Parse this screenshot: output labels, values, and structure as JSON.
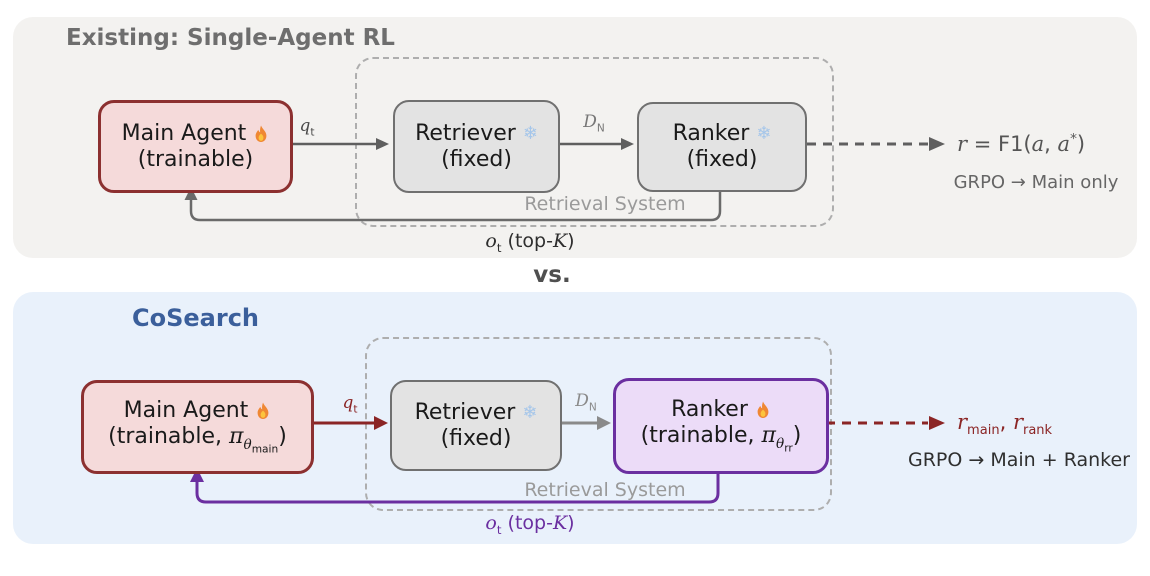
{
  "figure": {
    "vs_label": "vs.",
    "glyphs": {
      "snowflake": "❄"
    }
  },
  "colors": {
    "top_panel_bg": "#f3f2f0",
    "bottom_panel_bg": "#e9f1fb",
    "trainable_box_bg": "#f5dada",
    "trainable_box_border": "#8c3030",
    "fixed_box_bg": "#e3e3e3",
    "fixed_box_border": "#707070",
    "ranker_trainable_bg": "#ecdcf8",
    "ranker_trainable_border": "#6b2fa0",
    "red_accent": "#8b2525",
    "purple_accent": "#6b2fa0",
    "gray_accent": "#636363",
    "cosearch_blue": "#3b5f9b"
  },
  "top_panel": {
    "title": "Existing: Single-Agent RL",
    "main_agent": {
      "name": "Main Agent",
      "icon": "flame-icon",
      "subtitle": "(trainable)"
    },
    "retriever": {
      "name": "Retriever",
      "icon": "snowflake-icon",
      "subtitle": "(fixed)"
    },
    "ranker": {
      "name": "Ranker",
      "icon": "snowflake-icon",
      "subtitle": "(fixed)"
    },
    "retrieval_system_label": "Retrieval System",
    "query_label": {
      "base": "q",
      "sub": "t"
    },
    "docs_label": {
      "base": "D",
      "sub": "N"
    },
    "obs_label": {
      "base": "o",
      "sub": "t",
      "mid": " (top-",
      "k": "K",
      "end": ")"
    },
    "reward": {
      "r": "r",
      "eq": " = F1(",
      "a1": "a",
      "sep": ", ",
      "a2": "a",
      "star": "*",
      "end": ")"
    },
    "grpo_label": "GRPO → Main only"
  },
  "bottom_panel": {
    "title": "CoSearch",
    "main_agent": {
      "name": "Main Agent",
      "icon": "flame-icon",
      "sub_prefix": "(trainable, ",
      "pi": "π",
      "theta": "θ",
      "theta_sub": "main",
      "sub_suffix": ")"
    },
    "retriever": {
      "name": "Retriever",
      "icon": "snowflake-icon",
      "subtitle": "(fixed)"
    },
    "ranker": {
      "name": "Ranker",
      "icon": "flame-icon",
      "sub_prefix": "(trainable, ",
      "pi": "π",
      "theta": "θ",
      "theta_sub": "rr",
      "sub_suffix": ")"
    },
    "retrieval_system_label": "Retrieval System",
    "query_label": {
      "base": "q",
      "sub": "t"
    },
    "docs_label": {
      "base": "D",
      "sub": "N"
    },
    "obs_label": {
      "base": "o",
      "sub": "t",
      "mid": " (top-",
      "k": "K",
      "end": ")"
    },
    "reward": {
      "r1": "r",
      "r1_sub": "main",
      "sep": ",  ",
      "r2": "r",
      "r2_sub": "rank"
    },
    "grpo_label": "GRPO → Main + Ranker"
  }
}
